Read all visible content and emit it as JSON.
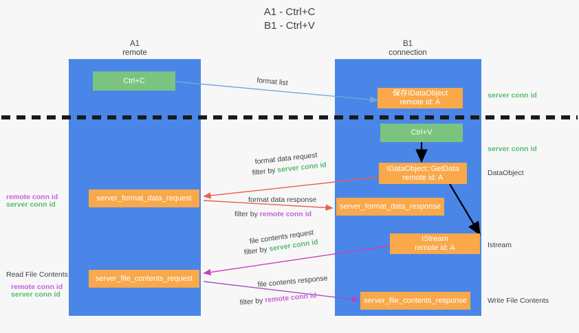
{
  "title": {
    "line1": "A1 - Ctrl+C",
    "line2": "B1 - Ctrl+V"
  },
  "columns": [
    {
      "name": "A1",
      "sub": "remote"
    },
    {
      "name": "B1",
      "sub": "connection"
    }
  ],
  "nodes": {
    "ctrl_c": "Ctrl+C",
    "ctrl_v": "Ctrl+V",
    "store_dataobject_l1": "保存IDataObject",
    "store_dataobject_l2": "remote id: A",
    "getdata_l1": "IDataObject::GetData",
    "getdata_l2": "remote id: A",
    "istream_l1": "IStream",
    "istream_l2": "remote id: A",
    "server_format_data_request": "server_format_data_request",
    "server_format_data_response": "server_format_data_response",
    "server_file_contents_request": "server_file_contents_request",
    "server_file_contents_response": "server_file_contents_response"
  },
  "edges": {
    "format_list": "format list",
    "format_data_request": "format data request",
    "format_data_response": "format data response",
    "file_contents_request": "file contents request",
    "file_contents_response": "file contents response",
    "filter_by": "filter by",
    "server_conn_id": "server conn id",
    "remote_conn_id": "remote conn id"
  },
  "side_labels": {
    "right_server_conn_top": "server conn id",
    "right_server_conn_mid": "server conn id",
    "right_dataobject": "DataObject",
    "right_istream": "Istream",
    "right_write_file_contents": "Write File Contents",
    "left_remote_conn_id": "remote conn id",
    "left_server_conn_id": "server conn id",
    "left_read_file_contents": "Read File Contents",
    "left_remote_conn_id2": "remote conn id",
    "left_server_conn_id2": "server conn id"
  },
  "colors": {
    "lane": "#4a86e8",
    "orange": "#f9a84a",
    "green_box": "#7ac47f",
    "green_text": "#57bb6f",
    "purple_text": "#c264d6",
    "blue_arrow": "#6fa8dc",
    "red_arrow": "#e8604f",
    "magenta_arrow": "#cc3fbf",
    "purple_arrow": "#a64dc4",
    "black_arrow": "#000000",
    "background": "#f7f7f7"
  }
}
